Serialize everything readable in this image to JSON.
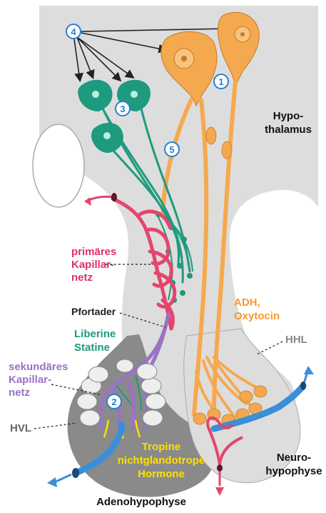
{
  "markers": [
    "1",
    "2",
    "3",
    "4",
    "5"
  ],
  "labels": {
    "hypothalamus_line1": "Hypo-",
    "hypothalamus_line2": "thalamus",
    "primary_line1": "primäres",
    "primary_line2": "Kapillar-",
    "primary_line3": "netz",
    "pfortader": "Pfortader",
    "liberine": "Liberine",
    "statine": "Statine",
    "secondary_line1": "sekundäres",
    "secondary_line2": "Kapillar-",
    "secondary_line3": "netz",
    "hvl": "HVL",
    "adh": "ADH,",
    "oxytocin": "Oxytocin",
    "hhl": "HHL",
    "tropine_line1": "Tropine",
    "tropine_line2": "nichtglandotrope",
    "tropine_line3": "Hormone",
    "neuro_line1": "Neuro-",
    "neuro_line2": "hypophyse",
    "adeno": "Adenohypophyse"
  },
  "colors": {
    "tissue": "#dddddd",
    "anterior_lobe": "#8a8a8a",
    "magnocellular_neuron": "#f5a94e",
    "parvocellular_neuron": "#1e9a7e",
    "primary_capillary": "#e4456c",
    "secondary_capillary": "#9a73c4",
    "vessel": "#3a8fd8",
    "tropine_text": "#ffe000",
    "marker_border": "#2a7fd0"
  }
}
